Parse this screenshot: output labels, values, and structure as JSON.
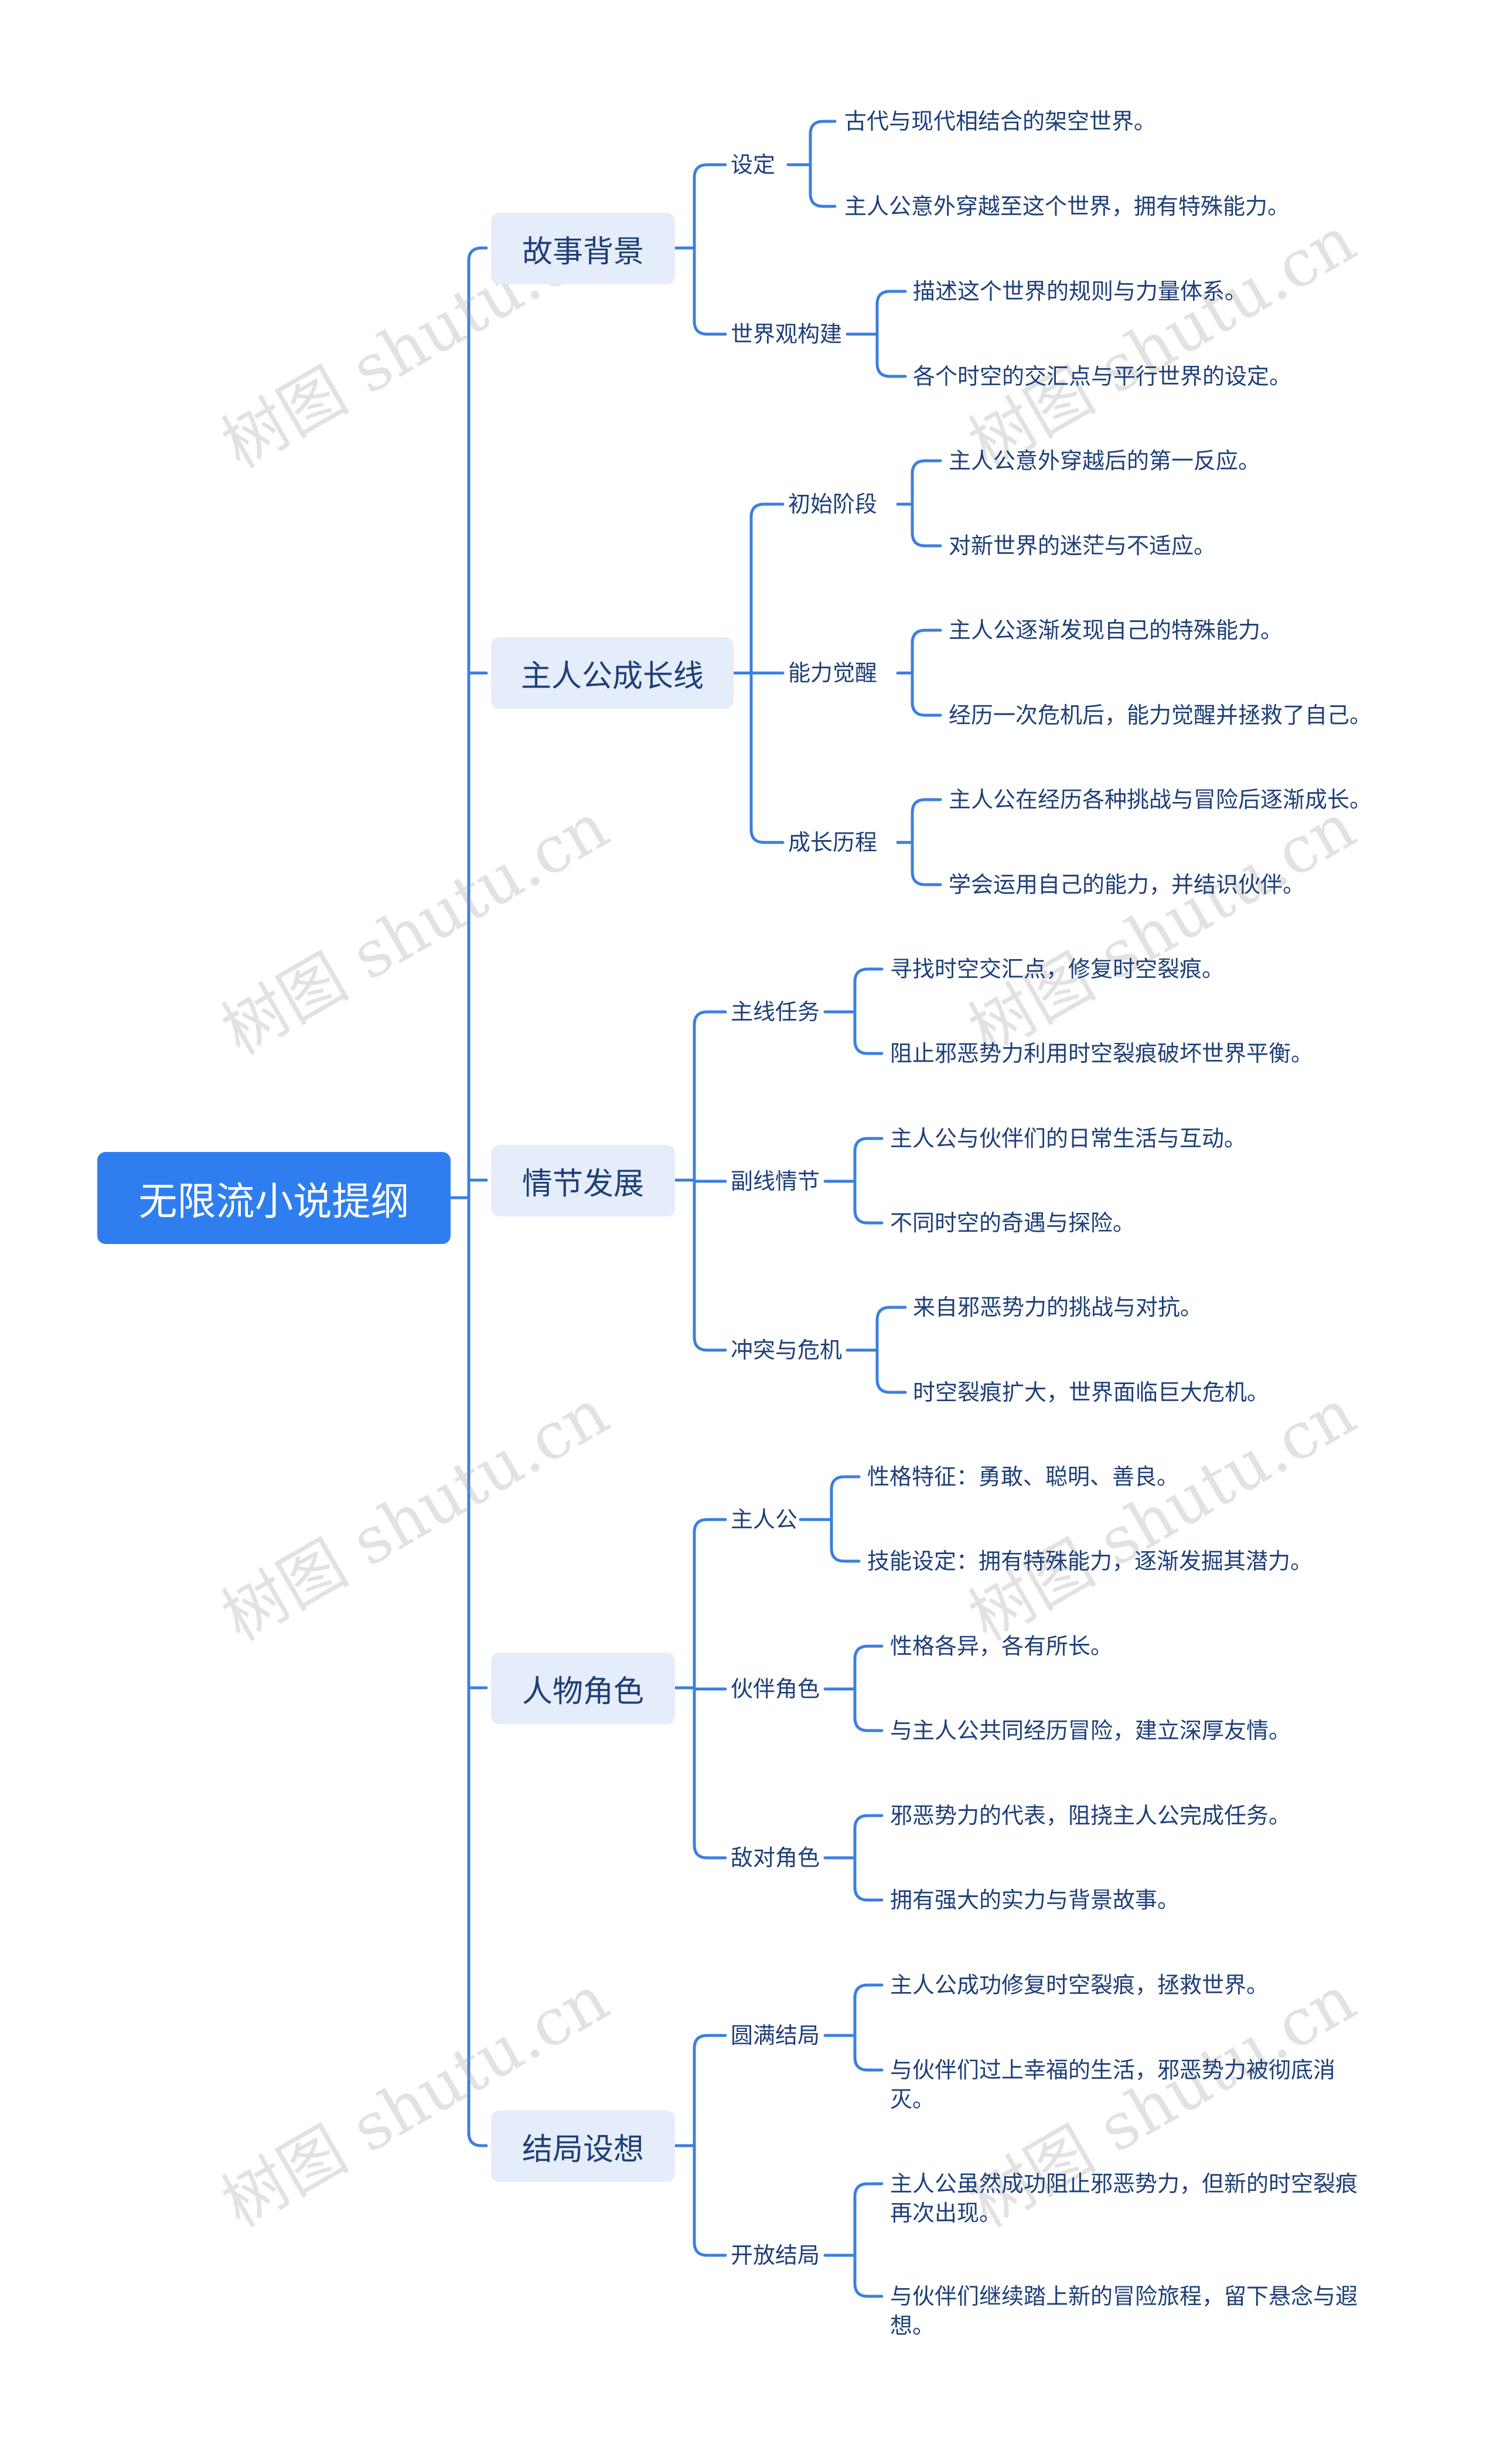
{
  "root": {
    "label": "无限流小说提纲"
  },
  "branches": [
    {
      "label": "故事背景",
      "children": [
        {
          "label": "设定",
          "leaves": [
            "古代与现代相结合的架空世界。",
            "主人公意外穿越至这个世界，拥有特殊能力。"
          ]
        },
        {
          "label": "世界观构建",
          "leaves": [
            "描述这个世界的规则与力量体系。",
            "各个时空的交汇点与平行世界的设定。"
          ]
        }
      ]
    },
    {
      "label": "主人公成长线",
      "children": [
        {
          "label": "初始阶段",
          "leaves": [
            "主人公意外穿越后的第一反应。",
            "对新世界的迷茫与不适应。"
          ]
        },
        {
          "label": "能力觉醒",
          "leaves": [
            "主人公逐渐发现自己的特殊能力。",
            "经历一次危机后，能力觉醒并拯救了自己。"
          ]
        },
        {
          "label": "成长历程",
          "leaves": [
            "主人公在经历各种挑战与冒险后逐渐成长。",
            "学会运用自己的能力，并结识伙伴。"
          ]
        }
      ]
    },
    {
      "label": "情节发展",
      "children": [
        {
          "label": "主线任务",
          "leaves": [
            "寻找时空交汇点，修复时空裂痕。",
            "阻止邪恶势力利用时空裂痕破坏世界平衡。"
          ]
        },
        {
          "label": "副线情节",
          "leaves": [
            "主人公与伙伴们的日常生活与互动。",
            "不同时空的奇遇与探险。"
          ]
        },
        {
          "label": "冲突与危机",
          "leaves": [
            "来自邪恶势力的挑战与对抗。",
            "时空裂痕扩大，世界面临巨大危机。"
          ]
        }
      ]
    },
    {
      "label": "人物角色",
      "children": [
        {
          "label": "主人公",
          "leaves": [
            "性格特征：勇敢、聪明、善良。",
            "技能设定：拥有特殊能力，逐渐发掘其潜力。"
          ]
        },
        {
          "label": "伙伴角色",
          "leaves": [
            "性格各异，各有所长。",
            "与主人公共同经历冒险，建立深厚友情。"
          ]
        },
        {
          "label": "敌对角色",
          "leaves": [
            "邪恶势力的代表，阻挠主人公完成任务。",
            "拥有强大的实力与背景故事。"
          ]
        }
      ]
    },
    {
      "label": "结局设想",
      "children": [
        {
          "label": "圆满结局",
          "leaves": [
            "主人公成功修复时空裂痕，拯救世界。",
            "与伙伴们过上幸福的生活，邪恶势力被彻底消灭。"
          ]
        },
        {
          "label": "开放结局",
          "leaves": [
            "主人公虽然成功阻止邪恶势力，但新的时空裂痕再次出现。",
            "与伙伴们继续踏上新的冒险旅程，留下悬念与遐想。"
          ]
        }
      ]
    }
  ],
  "watermark": {
    "text": "树图 shutu.cn"
  },
  "colors": {
    "root_bg": "#2f7ef0",
    "node_bg": "#e5edfa",
    "text": "#1e3f78",
    "line": "#3b7fe0"
  }
}
